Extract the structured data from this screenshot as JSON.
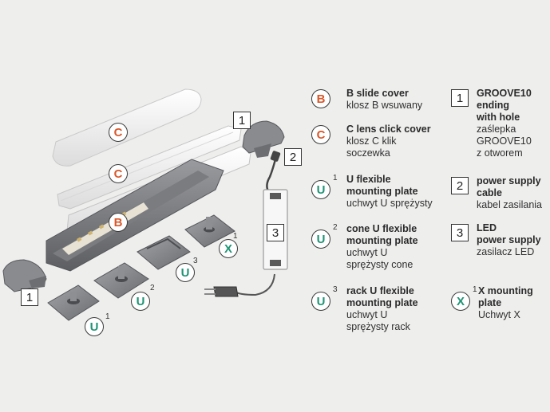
{
  "colors": {
    "orange": "#d9582b",
    "green": "#1f9474",
    "dark": "#333333"
  },
  "parts": {
    "cover_b": "B",
    "cover_c": "C",
    "mount_u": "U",
    "mount_x": "X",
    "end_cap": "1",
    "cable": "2",
    "power_supply": "3",
    "sup1": "1",
    "sup2": "2",
    "sup3": "3"
  },
  "legend_left": [
    {
      "icon": "B",
      "kind": "orange",
      "sup": "",
      "title": "B slide cover",
      "subtitle": "klosz B wsuwany"
    },
    {
      "icon": "C",
      "kind": "orange",
      "sup": "",
      "title": "C lens click cover",
      "subtitle": "klosz C klik\nsoczewka"
    },
    {
      "icon": "U",
      "kind": "green",
      "sup": "1",
      "title": "U flexible\nmounting plate",
      "subtitle": "uchwyt U sprężysty"
    },
    {
      "icon": "U",
      "kind": "green",
      "sup": "2",
      "title": "cone U flexible\nmounting plate",
      "subtitle": "uchwyt U\nsprężysty cone"
    },
    {
      "icon": "U",
      "kind": "green",
      "sup": "3",
      "title": "rack U flexible\nmounting plate",
      "subtitle": "uchwyt U\nsprężysty rack"
    }
  ],
  "legend_right": [
    {
      "icon": "1",
      "kind": "square",
      "sup": "",
      "title": "GROOVE10\nending\nwith hole",
      "subtitle": "zaślepka\nGROOVE10\nz otworem"
    },
    {
      "icon": "2",
      "kind": "square",
      "sup": "",
      "title": "power supply\ncable",
      "subtitle": "kabel zasilania"
    },
    {
      "icon": "3",
      "kind": "square",
      "sup": "",
      "title": "LED\npower supply",
      "subtitle": "zasilacz LED"
    },
    {
      "icon": "X",
      "kind": "green",
      "sup": "1",
      "title": "X mounting\nplate",
      "subtitle": "Uchwyt X"
    }
  ]
}
